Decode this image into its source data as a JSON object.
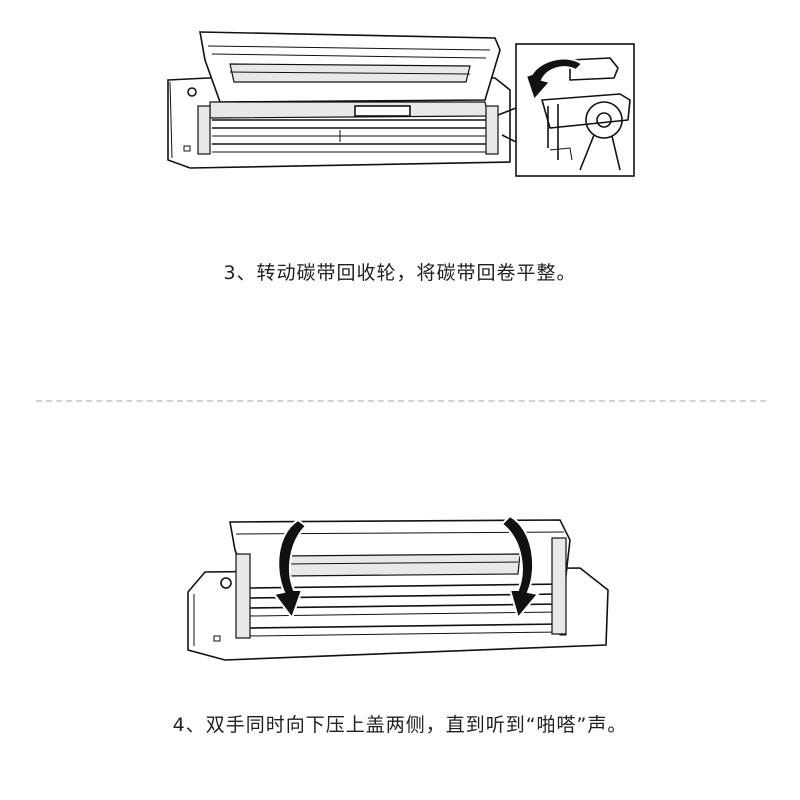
{
  "steps": [
    {
      "number": "3",
      "caption": "3、转动碳带回收轮，将碳带回卷平整。",
      "illustration": "printer-open-lid-ribbon-rewind-wheel-icon"
    },
    {
      "number": "4",
      "caption": "4、双手同时向下压上盖两侧，直到听到“啪嗒”声。",
      "illustration": "printer-close-lid-press-down-icon"
    }
  ],
  "colors": {
    "line": "#111111",
    "divider": "#d2d2d2",
    "background": "#ffffff"
  }
}
